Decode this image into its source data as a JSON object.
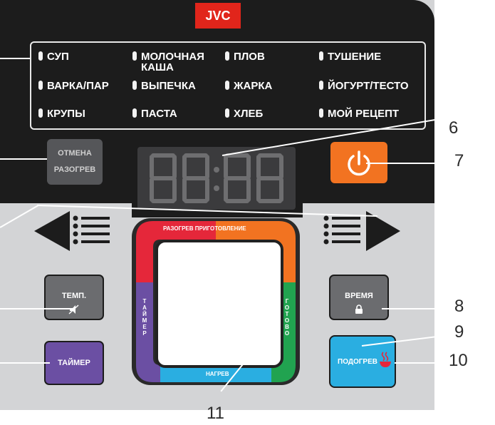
{
  "brand": "JVC",
  "programs": [
    {
      "label": "СУП"
    },
    {
      "label": "МОЛОЧНАЯ КАША"
    },
    {
      "label": "ПЛОВ"
    },
    {
      "label": "ТУШЕНИЕ"
    },
    {
      "label": "ВАРКА/ПАР"
    },
    {
      "label": "ВЫПЕЧКА"
    },
    {
      "label": "ЖАРКА"
    },
    {
      "label": "ЙОГУРТ/ТЕСТО"
    },
    {
      "label": "КРУПЫ"
    },
    {
      "label": "ПАСТА"
    },
    {
      "label": "ХЛЕБ"
    },
    {
      "label": "МОЙ РЕЦЕПТ"
    }
  ],
  "cancel_button": {
    "line1": "ОТМЕНА",
    "line2": "РАЗОГРЕВ"
  },
  "display": {
    "value": "88:88"
  },
  "temp_button": {
    "label": "ТЕМП."
  },
  "time_button": {
    "label": "ВРЕМЯ"
  },
  "timer_button": {
    "label": "ТАЙМЕР"
  },
  "keepwarm_button": {
    "label": "ПОДОГРЕВ"
  },
  "ring_labels": {
    "top": "РАЗОГРЕВ ПРИГОТОВЛЕНИЕ",
    "left": "ТАЙМЕР",
    "right": "ГОТОВО",
    "bottom": "НАГРЕВ"
  },
  "callouts": {
    "n6": "6",
    "n7": "7",
    "n8": "8",
    "n9": "9",
    "n10": "10",
    "n11": "11"
  },
  "colors": {
    "panel_dark": "#1c1c1c",
    "panel_light": "#d3d4d6",
    "brand_red": "#e1251b",
    "power_orange": "#f27321",
    "timer_purple": "#6b4fa3",
    "keepwarm_blue": "#2aaee1",
    "ring_red": "#e5273a",
    "ring_orange": "#f27321",
    "ring_green": "#21a350",
    "ring_blue": "#2aaee1",
    "ring_purple": "#6b4fa3"
  },
  "icons": [
    "power-icon",
    "arrow-left-icon",
    "arrow-right-icon",
    "mute-icon",
    "lock-icon",
    "steam-bowl-icon"
  ]
}
